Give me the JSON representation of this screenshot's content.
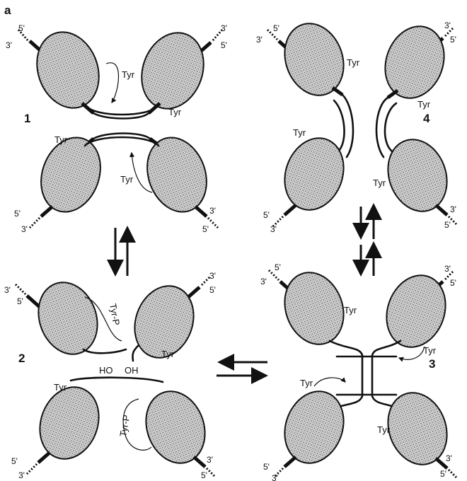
{
  "figure": {
    "panel_letter": "a",
    "states": {
      "s1": {
        "number": "1",
        "tyr_labels": [
          "Tyr",
          "Tyr",
          "Tyr",
          "Tyr"
        ]
      },
      "s2": {
        "number": "2",
        "tyr_p_top": "Tyr-P",
        "tyr_p_bottom": "Tyr-P",
        "tyr_labels": [
          "Tyr",
          "Tyr"
        ],
        "ho": "HO",
        "oh": "OH"
      },
      "s3": {
        "number": "3",
        "tyr_labels": [
          "Tyr",
          "Tyr",
          "Tyr",
          "Tyr"
        ]
      },
      "s4": {
        "number": "4",
        "tyr_labels": [
          "Tyr",
          "Tyr",
          "Tyr",
          "Tyr"
        ]
      }
    },
    "end_5": "5'",
    "end_3": "3'"
  }
}
